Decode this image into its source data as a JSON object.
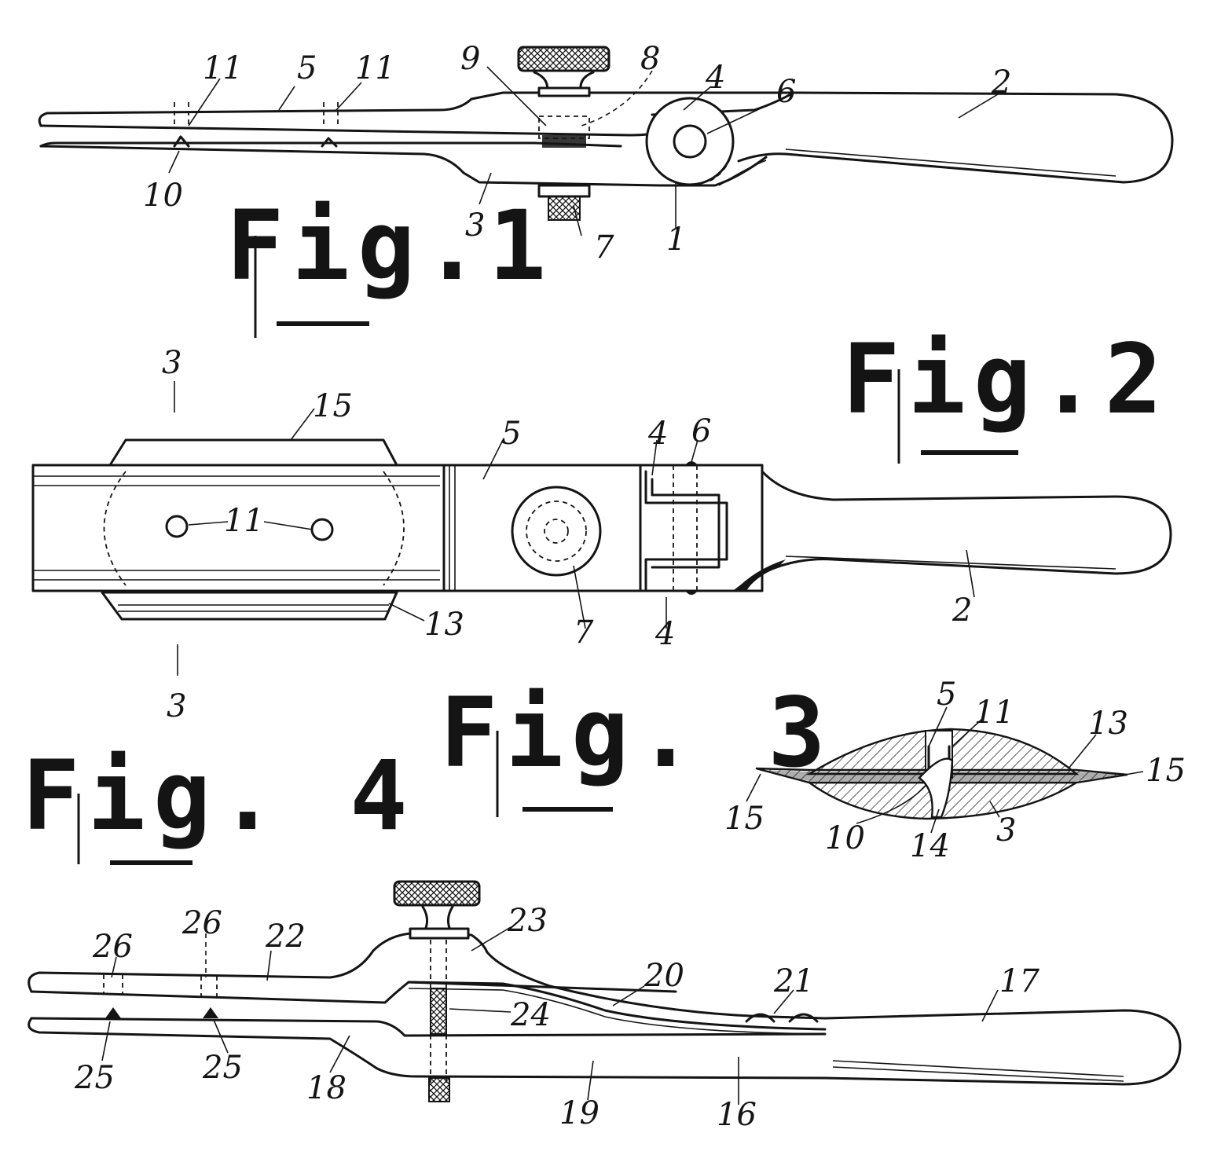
{
  "figures": [
    {
      "id": "fig1",
      "title": "Fig.1",
      "refs": [
        "11",
        "5",
        "11",
        "9",
        "8",
        "4",
        "6",
        "2",
        "10",
        "3",
        "7",
        "1"
      ]
    },
    {
      "id": "fig2",
      "title": "Fig.2",
      "refs": [
        "3",
        "15",
        "5",
        "4",
        "6",
        "11",
        "2",
        "13",
        "7",
        "4",
        "3"
      ]
    },
    {
      "id": "fig3",
      "title": "Fig. 3",
      "refs": [
        "5",
        "11",
        "13",
        "15",
        "15",
        "10",
        "14",
        "3"
      ]
    },
    {
      "id": "fig4",
      "title": "Fig. 4",
      "refs": [
        "26",
        "26",
        "22",
        "23",
        "20",
        "21",
        "17",
        "24",
        "25",
        "25",
        "18",
        "19",
        "16"
      ]
    }
  ]
}
